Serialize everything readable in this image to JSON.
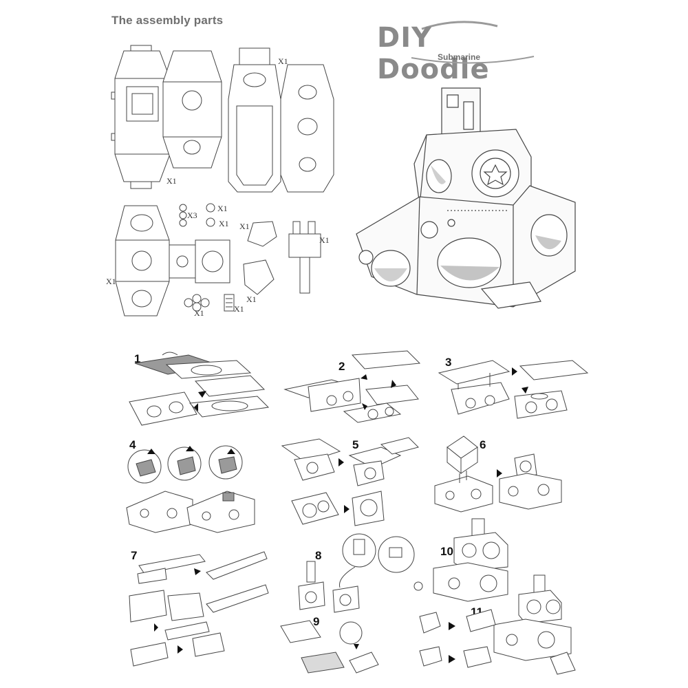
{
  "header": {
    "title": "The assembly parts"
  },
  "logo": {
    "brand": "DIY Doodle",
    "subtitle": "Submarine"
  },
  "parts": {
    "qty_hull_left": "X1",
    "qty_hull_center": "X1",
    "qty_tower": "X1",
    "qty_discs": "X3",
    "qty_ring_a": "X1",
    "qty_ring_b": "X1",
    "qty_fin": "X1",
    "qty_fin_b": "X1",
    "qty_periscope": "X1",
    "qty_propeller": "X1",
    "qty_card": "X1"
  },
  "steps": [
    "1",
    "2",
    "3",
    "4",
    "5",
    "6",
    "7",
    "8",
    "9",
    "10",
    "11"
  ]
}
